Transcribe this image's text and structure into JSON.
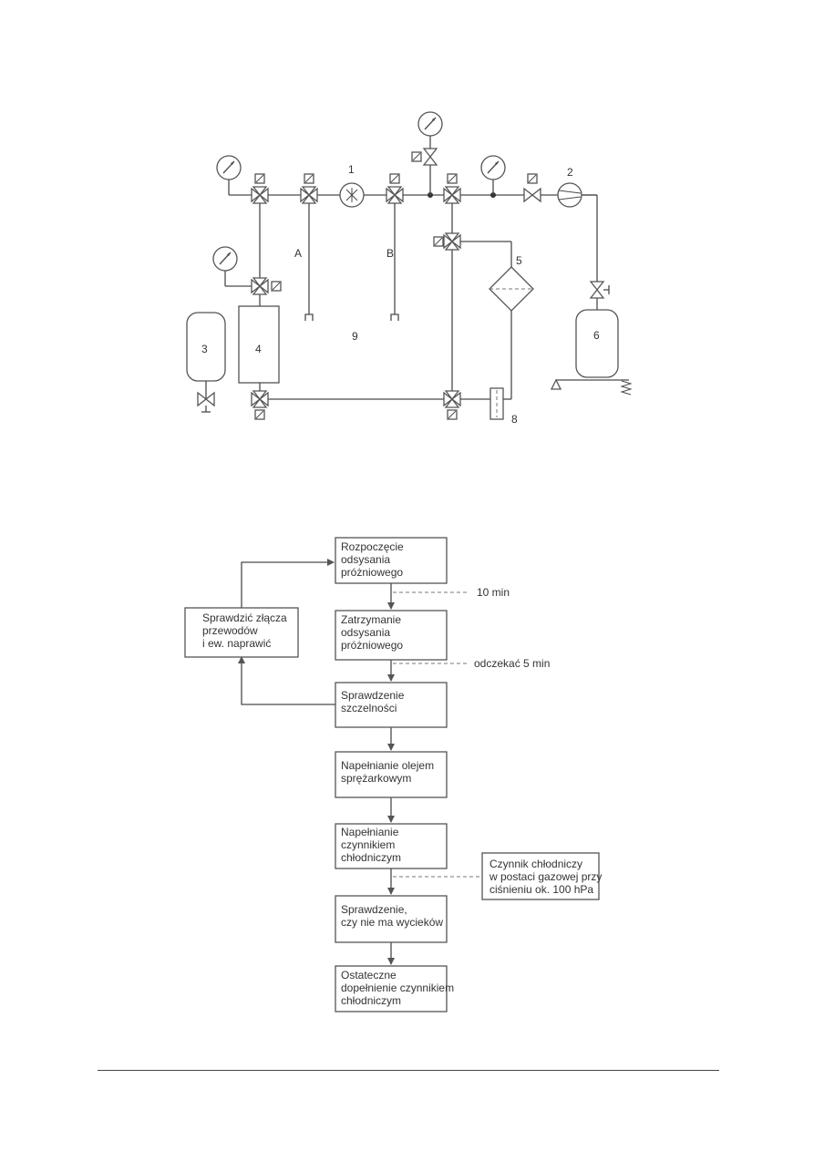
{
  "schematic": {
    "labels": {
      "pump_1": "1",
      "pump_2": "2",
      "tank_3": "3",
      "tank_4": "4",
      "filter_5": "5",
      "tank_6": "6",
      "sight_8": "8",
      "hose_9": "9",
      "hose_a": "A",
      "hose_b": "B"
    }
  },
  "flowchart": {
    "steps": [
      [
        "Rozpoczęcie",
        "odsysania",
        "próżniowego"
      ],
      [
        "Zatrzymanie",
        "odsysania",
        "próżniowego"
      ],
      [
        "Sprawdzenie",
        "szczelności"
      ],
      [
        "Napełnianie olejem",
        "sprężarkowym"
      ],
      [
        "Napełnianie",
        "czynnikiem",
        "chłodniczym"
      ],
      [
        "Sprawdzenie,",
        "czy nie ma wycieków"
      ],
      [
        "Ostateczne",
        "dopełnienie czynnikiem",
        "chłodniczym"
      ]
    ],
    "side_box": [
      "Sprawdzić złącza",
      "przewodów",
      "i ew. naprawić"
    ],
    "note_box": [
      "Czynnik chłodniczy",
      "w postaci gazowej przy",
      "ciśnieniu ok. 100 hPa"
    ],
    "annotations": {
      "wait_10": "10 min",
      "wait_5": "odczekać 5 min"
    }
  }
}
